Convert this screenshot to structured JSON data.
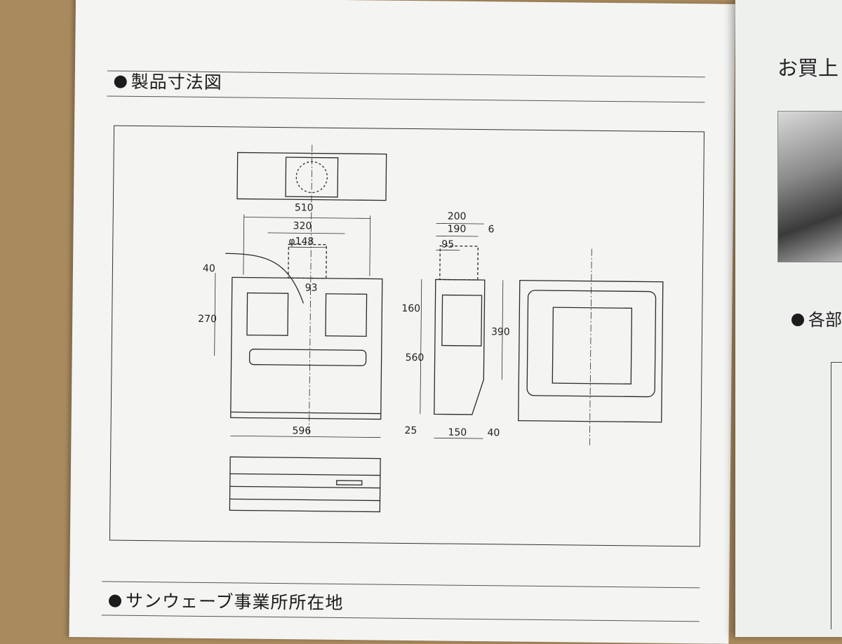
{
  "left_page": {
    "header_text": "",
    "section1_title": "製品寸法図",
    "section2_title": "サンウェーブ事業所所在地"
  },
  "drawing": {
    "dims": {
      "d510": "510",
      "d320": "320",
      "d148": "φ148",
      "d40": "40",
      "d270": "270",
      "d93": "93",
      "d596": "596",
      "d200": "200",
      "d190": "190",
      "d6": "6",
      "d95": "95",
      "d160": "160",
      "d560": "560",
      "d390": "390",
      "d25": "25",
      "d150": "150",
      "d40b": "40"
    }
  },
  "right_page": {
    "title": "お買上",
    "section_title": "各部"
  }
}
